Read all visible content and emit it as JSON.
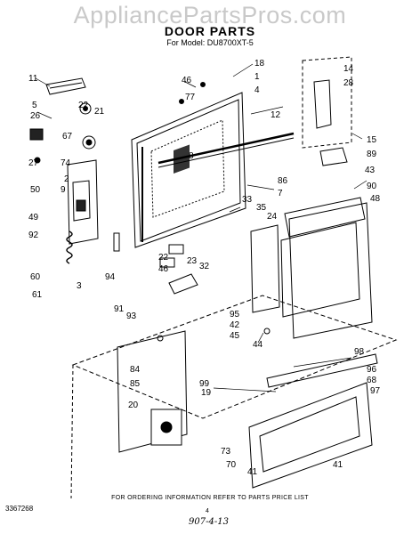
{
  "watermark": "AppliancePartsPros.com",
  "title": "DOOR PARTS",
  "model": "For Model: DU8700XT-5",
  "labels": [
    "11",
    "5",
    "26",
    "22",
    "21",
    "67",
    "27",
    "74",
    "2",
    "50",
    "9",
    "49",
    "92",
    "60",
    "61",
    "3",
    "46",
    "77",
    "18",
    "1",
    "4",
    "8",
    "33",
    "35",
    "24",
    "23",
    "32",
    "22",
    "46",
    "94",
    "91",
    "93",
    "95",
    "42",
    "45",
    "44",
    "12",
    "14",
    "28",
    "15",
    "89",
    "86",
    "7",
    "43",
    "90",
    "48",
    "98",
    "99",
    "96",
    "68",
    "97",
    "73",
    "70",
    "41",
    "41",
    "84",
    "85",
    "19",
    "20"
  ],
  "footer_note": "FOR ORDERING INFORMATION REFER TO PARTS PRICE LIST",
  "catalog_code": "3367268",
  "page_number": "4",
  "handwritten": "907-4-13"
}
